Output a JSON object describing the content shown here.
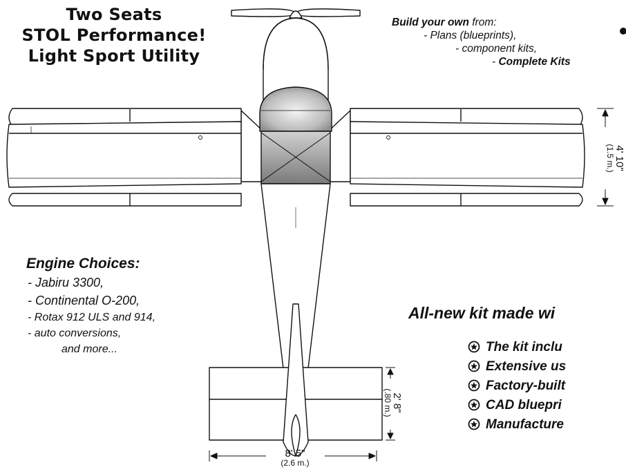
{
  "headline": {
    "line1": "Two Seats",
    "line2": "STOL Performance!",
    "line3": "Light Sport Utility"
  },
  "build": {
    "lead_bold": "Build your own",
    "lead_rest": " from:",
    "item1": "- Plans (blueprints),",
    "item2": "- component kits,",
    "item3_prefix": "- ",
    "item3_bold": "Complete Kits"
  },
  "engines": {
    "title": "Engine Choices:",
    "items": [
      "- Jabiru 3300,",
      "- Continental O-200,",
      "- Rotax 912 ULS and 914,",
      "- auto conversions,",
      "and more..."
    ]
  },
  "kit": {
    "title": "All-new kit made wi",
    "features": [
      "The kit inclu",
      "Extensive us",
      "Factory-built",
      "CAD bluepri",
      "Manufacture"
    ]
  },
  "dimensions": {
    "wing_chord": "4' 10\"",
    "wing_chord_metric": "(1.5 m.)",
    "tail_chord": "2' 8\"",
    "tail_chord_metric": "(.80 m.)",
    "tail_span": "8' 5\"",
    "tail_span_metric": "(2.6 m.)"
  },
  "colors": {
    "ink": "#111111",
    "canopy": "#b8b8b8",
    "cabin": "#8a8a8a"
  },
  "icons": {
    "feature_bullet": "star-circle-icon",
    "corner_mark": "circle-mark-icon"
  }
}
